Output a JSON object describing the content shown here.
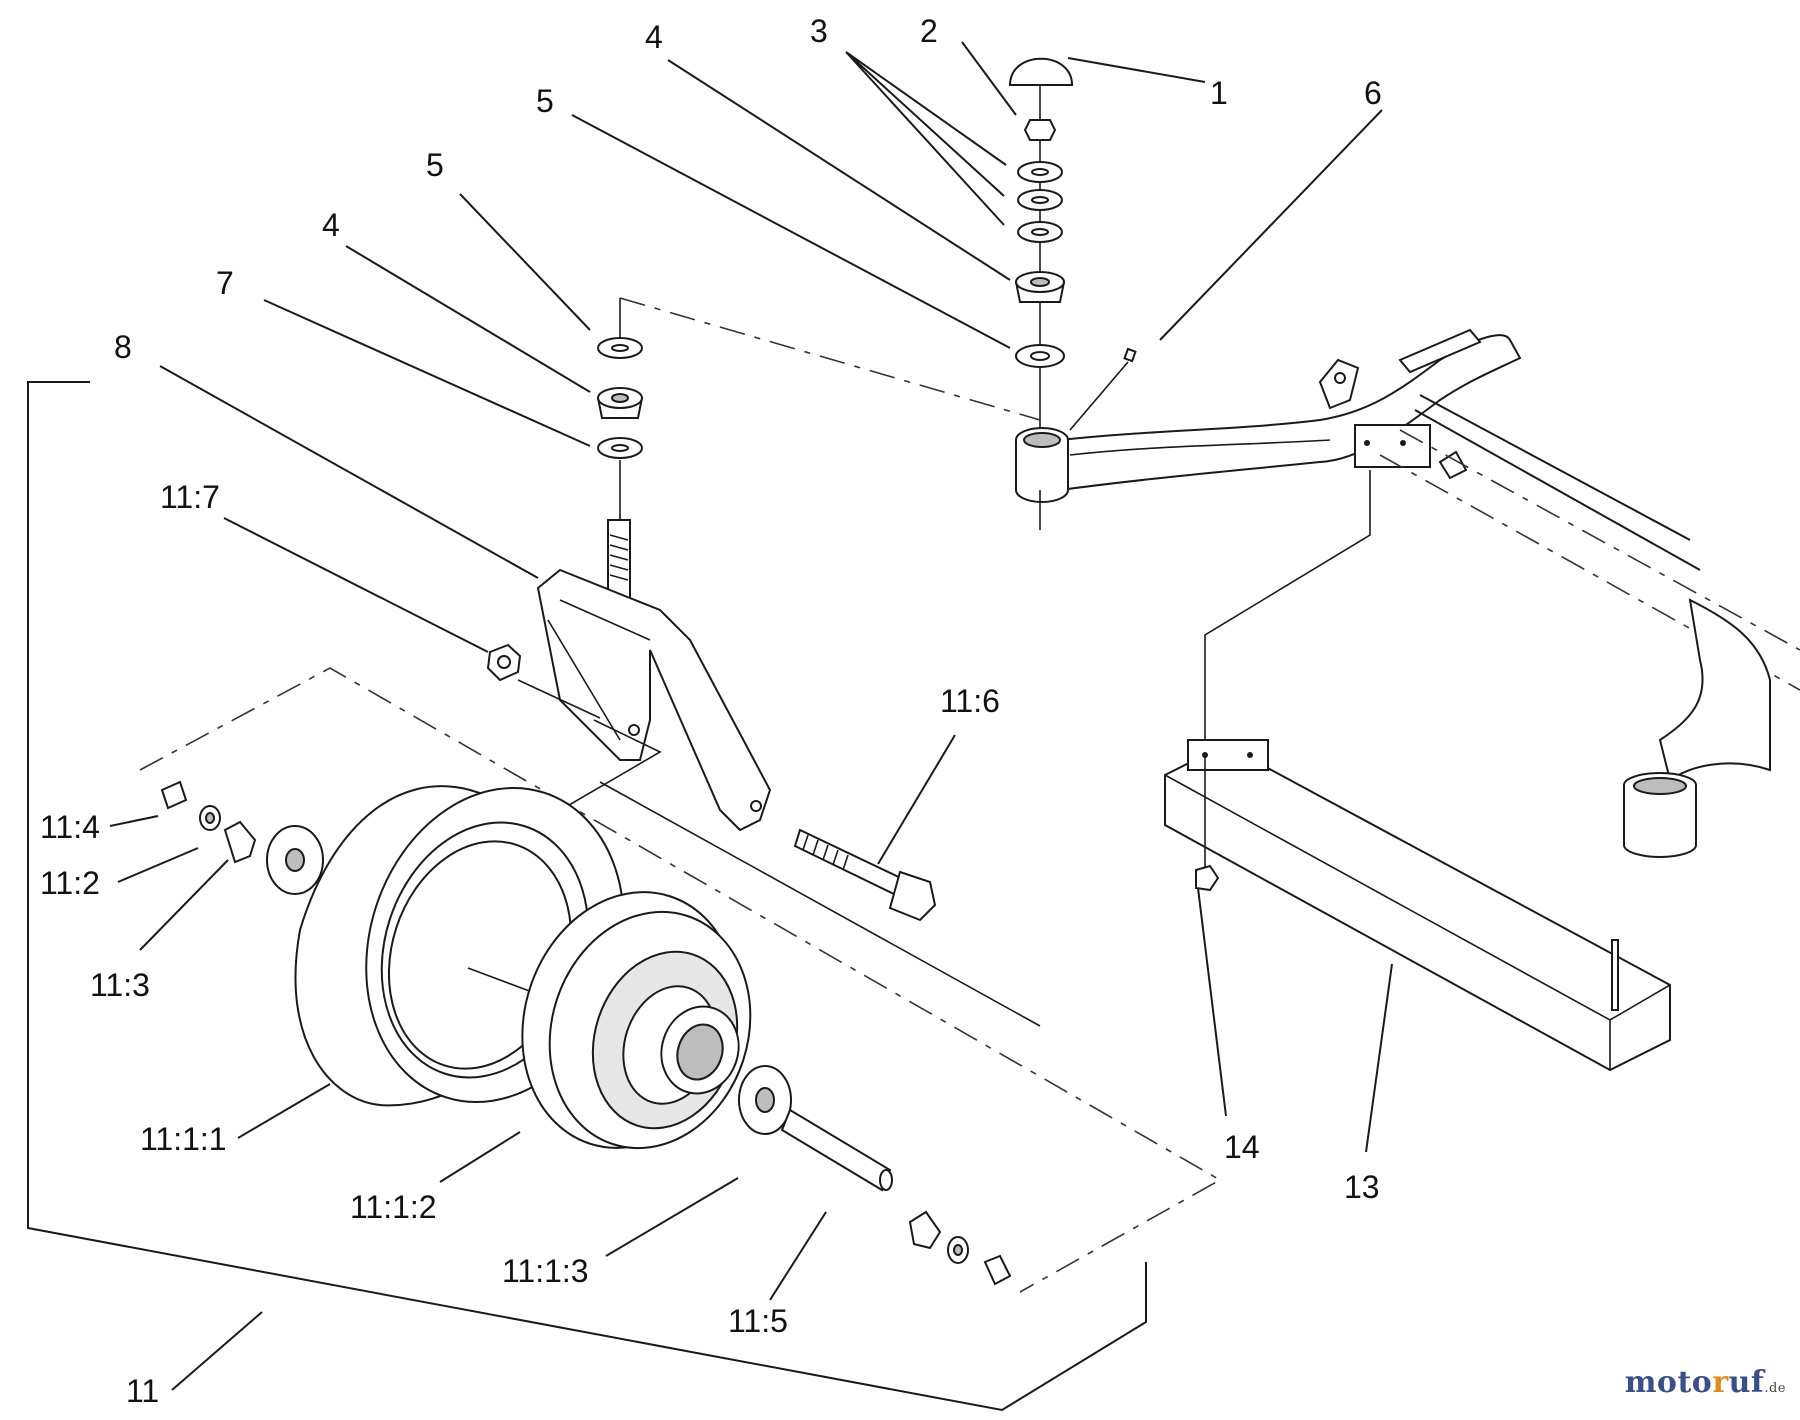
{
  "callouts": {
    "c1": "1",
    "c2": "2",
    "c3": "3",
    "c4a": "4",
    "c5a": "5",
    "c5b": "5",
    "c4b": "4",
    "c6": "6",
    "c7": "7",
    "c8": "8",
    "c11_7": "11:7",
    "c11_6": "11:6",
    "c11_4": "11:4",
    "c11_2": "11:2",
    "c11_3": "11:3",
    "c11_1_1": "11:1:1",
    "c11_1_2": "11:1:2",
    "c11_1_3": "11:1:3",
    "c11_5": "11:5",
    "c11": "11",
    "c14": "14",
    "c13": "13"
  },
  "watermark": {
    "part1": "moto",
    "part2": "r",
    "part3": "uf",
    "suffix": ".de"
  },
  "colors": {
    "watermark_blue": "#3a4f86",
    "watermark_orange": "#e08a1e"
  }
}
